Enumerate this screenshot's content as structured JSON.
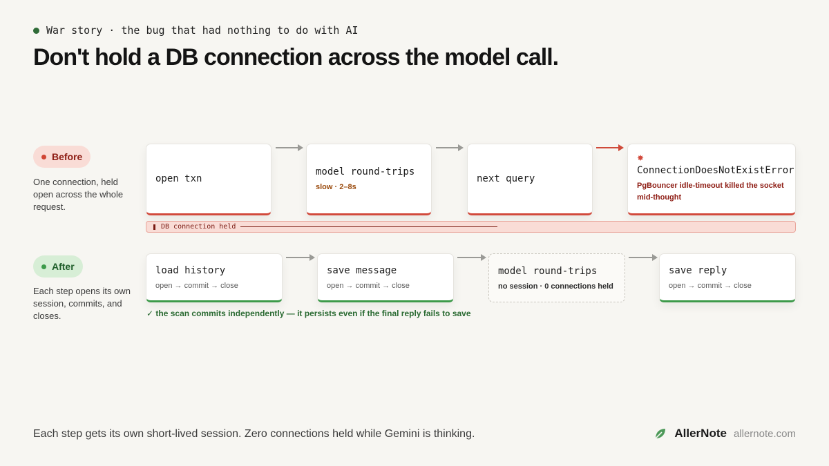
{
  "header": {
    "kicker": "War story · the bug that had nothing to do with AI",
    "title": "Don't hold a DB connection across the model call."
  },
  "before": {
    "badge": "Before",
    "description": "One connection, held open across the whole request.",
    "steps": [
      {
        "label": "open txn",
        "sub": ""
      },
      {
        "label": "model round-trips",
        "sub": "slow · 2–8s"
      },
      {
        "label": "next query",
        "sub": ""
      },
      {
        "label": "ConnectionDoesNotExistError",
        "sub": "PgBouncer idle-timeout killed the socket mid-thought"
      }
    ],
    "held_label": "DB connection held"
  },
  "after": {
    "badge": "After",
    "description": "Each step opens its own session, commits, and closes.",
    "steps": [
      {
        "label": "load history",
        "sub": "open → commit → close"
      },
      {
        "label": "save message",
        "sub": "open → commit → close"
      },
      {
        "label": "model round-trips",
        "sub": "no session · 0 connections held"
      },
      {
        "label": "save reply",
        "sub": "open → commit → close"
      }
    ],
    "note": "✓ the scan commits independently — it persists even if the final reply fails to save"
  },
  "footer": {
    "text": "Each step gets its own short-lived session. Zero connections held while Gemini is thinking.",
    "brand": "AllerNote",
    "url": "allernote.com"
  },
  "colors": {
    "before_accent": "#d24a3c",
    "after_accent": "#3d9a4a",
    "background": "#f7f6f2"
  },
  "icons": {
    "kicker": "green-dot-icon",
    "error": "collision-icon",
    "brand": "leaf-logo-icon"
  }
}
